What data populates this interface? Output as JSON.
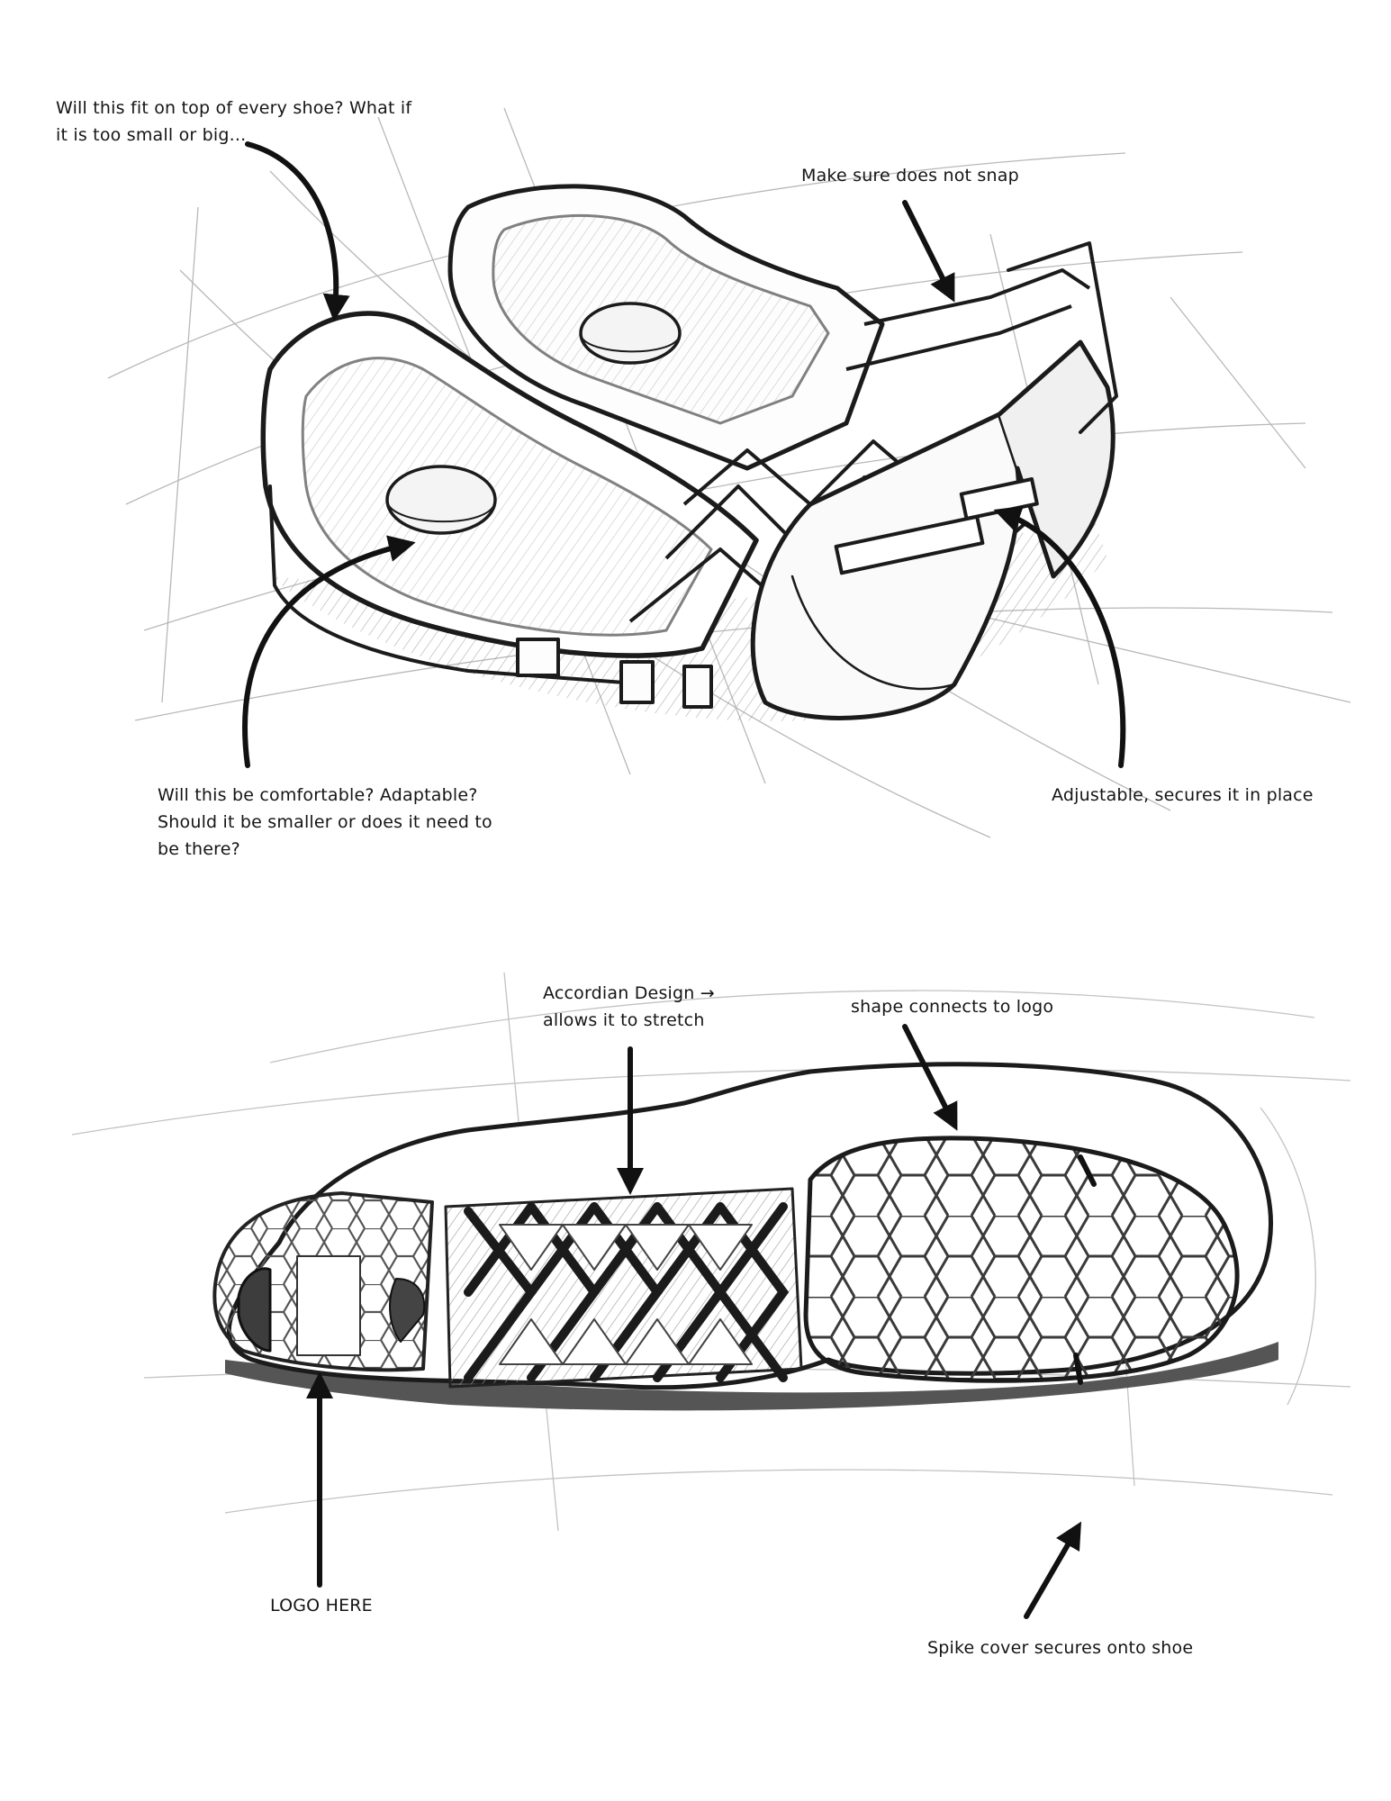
{
  "annotations": {
    "fit": "Will this fit on top of every shoe? What if it is too small or big...",
    "snap": "Make sure does not snap",
    "comfort": "Will this be comfortable? Adaptable? Should it be smaller or does it need to be there?",
    "adjustable": "Adjustable, secures it in place",
    "accordion": "Accordian Design → allows it to stretch",
    "shape": "shape connects to logo",
    "logo": "LOGO HERE",
    "spike": "Spike cover secures onto shoe"
  },
  "colors": {
    "ink": "#1b1b1b",
    "pencil": "#8a8a8a",
    "paper": "#ffffff"
  }
}
